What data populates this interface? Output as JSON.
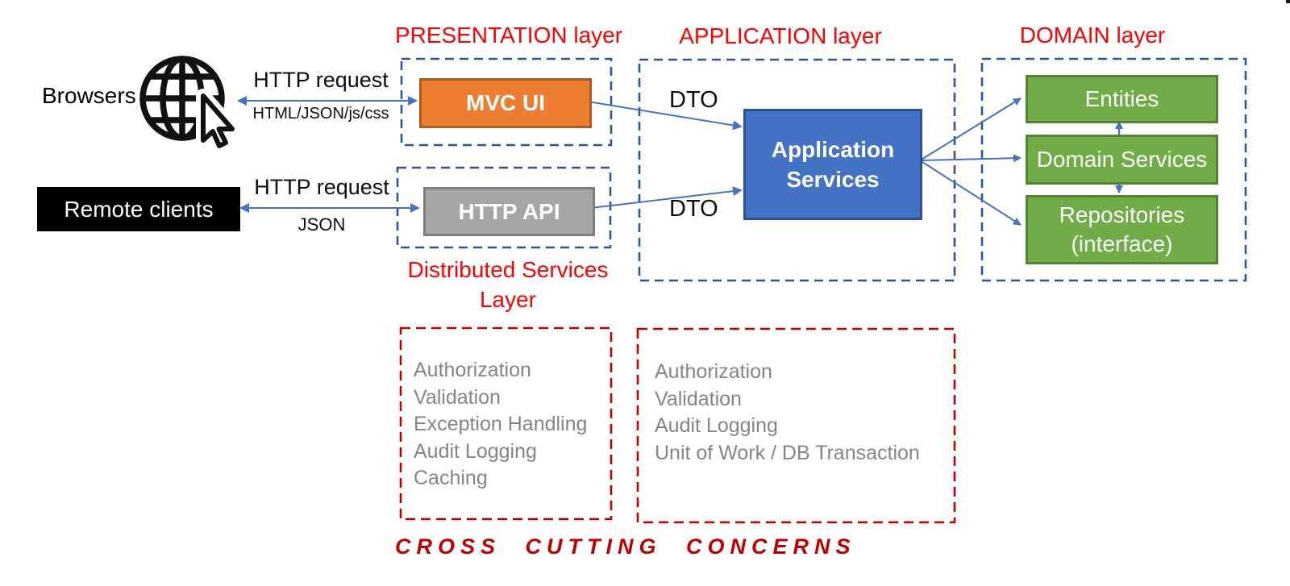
{
  "clients": {
    "browsers_label": "Browsers",
    "remote_label": "Remote clients",
    "browser_connection": {
      "top": "HTTP request",
      "bottom": "HTML/JSON/js/css"
    },
    "remote_connection": {
      "top": "HTTP request",
      "bottom": "JSON"
    }
  },
  "presentation": {
    "title": "PRESENTATION layer",
    "mvc_ui_label": "MVC UI",
    "http_api_label": "HTTP API",
    "distributed_title_line1": "Distributed Services",
    "distributed_title_line2": "Layer"
  },
  "application": {
    "title": "APPLICATION layer",
    "dto_top": "DTO",
    "dto_bottom": "DTO",
    "services_line1": "Application",
    "services_line2": "Services"
  },
  "domain": {
    "title": "DOMAIN layer",
    "entities_label": "Entities",
    "services_label": "Domain Services",
    "repositories_line1": "Repositories",
    "repositories_line2": "(interface)"
  },
  "concerns": {
    "left": {
      "items": [
        "Authorization",
        "Validation",
        "Exception Handling",
        "Audit Logging",
        "Caching"
      ]
    },
    "right": {
      "items": [
        "Authorization",
        "Validation",
        "Audit Logging",
        "Unit of Work / DB Transaction"
      ]
    },
    "footer": "CROSS CUTTING CONCERNS"
  },
  "colors": {
    "layer_title_red": "#FF0000",
    "cross_cutting_red": "#C00000",
    "dashed_layer_blue": "#2E5597",
    "arrow_blue": "#4472C4",
    "mvc_fill": "#ED7D31",
    "mvc_border": "#AE5A21",
    "api_fill": "#A6A6A6",
    "api_border": "#7F7F7F",
    "app_services_fill": "#4472C4",
    "app_services_border": "#2F528F",
    "domain_fill": "#70AD47",
    "domain_border": "#548235",
    "concern_text_gray": "#858585"
  }
}
